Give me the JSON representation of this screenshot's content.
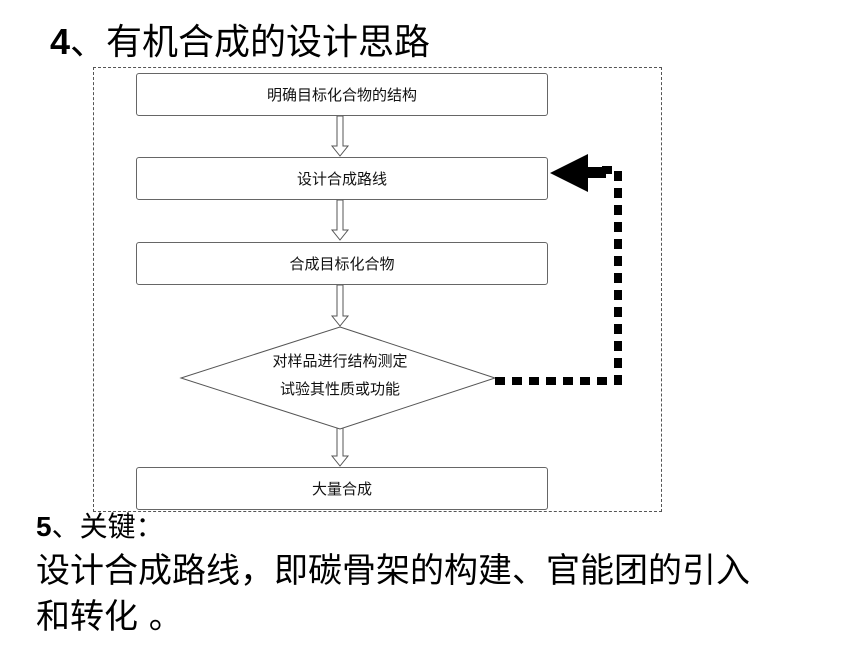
{
  "heading": {
    "number": "4",
    "text": "、有机合成的设计思路"
  },
  "flowchart": {
    "steps": [
      "明确目标化合物的结构",
      "设计合成路线",
      "合成目标化合物"
    ],
    "decision": {
      "line1": "对样品进行结构测定",
      "line2": "试验其性质或功能"
    },
    "final_step": "大量合成",
    "colors": {
      "border": "#666666",
      "arrow_outline": "#555555",
      "feedback": "#000000"
    }
  },
  "key": {
    "number": "5",
    "title": "、关键：",
    "line1": "设计合成路线，即碳骨架的构建、官能团的引入",
    "line2": "和转化 。"
  }
}
